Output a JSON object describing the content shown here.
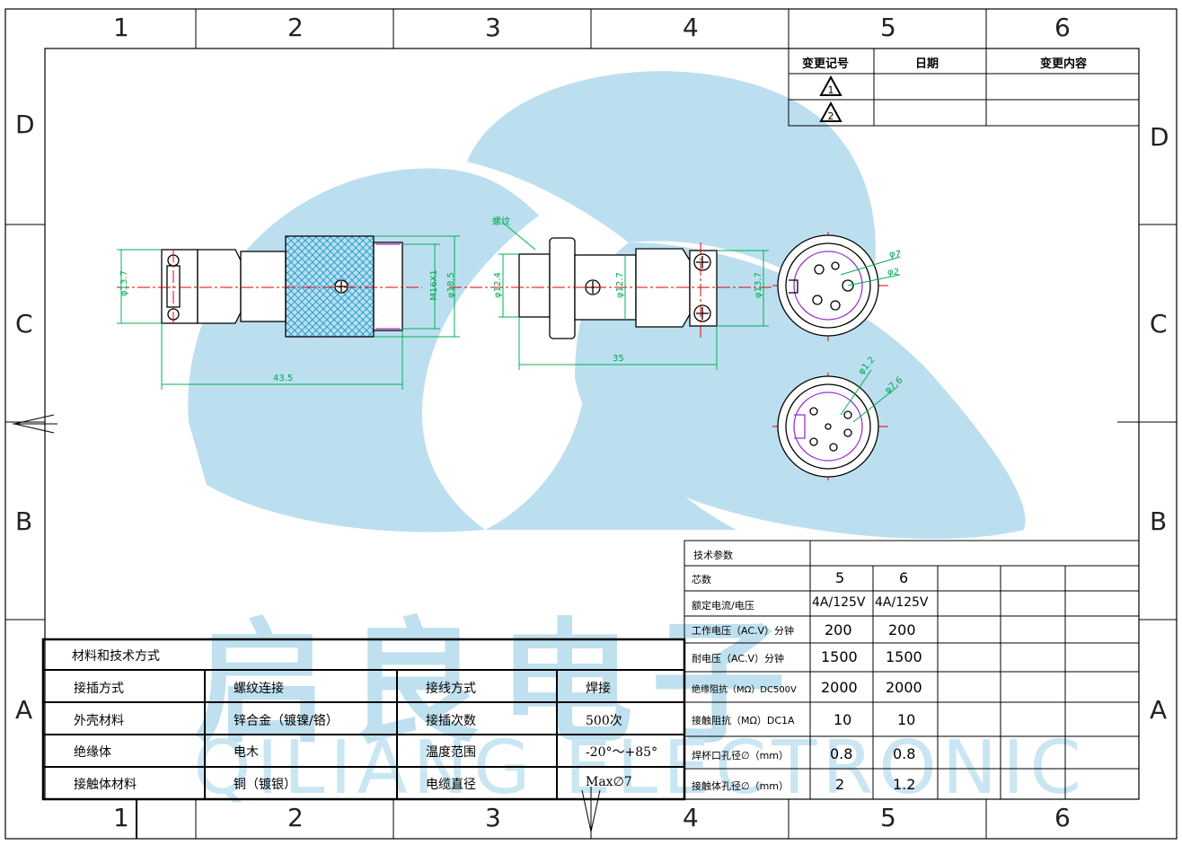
{
  "zones": {
    "columns": [
      "1",
      "2",
      "3",
      "4",
      "5",
      "6"
    ],
    "rows": [
      "D",
      "C",
      "B",
      "A"
    ]
  },
  "watermark": {
    "company_cn": "启良电子",
    "company_en": "QILIANG ELECTRONIC"
  },
  "revision_block": {
    "headers": [
      "变更记号",
      "日期",
      "变更内容"
    ],
    "rows": [
      {
        "mark": "1",
        "date": "",
        "content": ""
      },
      {
        "mark": "2",
        "date": "",
        "content": ""
      }
    ]
  },
  "dimensions": {
    "plug_dia": "φ13.7",
    "thread": "M16X1",
    "nut_dia": "φ18.5",
    "length_plug": "43.5",
    "socket_left_dia": "φ12.4",
    "socket_mid_dia": "φ12.7",
    "socket_right_dia": "φ13.7",
    "length_socket": "35",
    "thread_label": "螺纹",
    "face_outer": "φ7",
    "face_pin": "φ2",
    "face2_pin": "φ1.2",
    "face2_outer": "φ7.6"
  },
  "materials_table": {
    "title": "材料和技术方式",
    "rows": [
      {
        "k1": "接插方式",
        "v1": "螺纹连接",
        "k2": "接线方式",
        "v2": "焊接"
      },
      {
        "k1": "外壳材料",
        "v1": "锌合金（镀镍/铬）",
        "k2": "接插次数",
        "v2": "500次"
      },
      {
        "k1": "绝缘体",
        "v1": "电木",
        "k2": "温度范围",
        "v2": "-20°～+85°"
      },
      {
        "k1": "接触体材料",
        "v1": "铜（镀银）",
        "k2": "电缆直径",
        "v2": "Max∅7"
      }
    ]
  },
  "tech_params": {
    "title": "技术参数",
    "rows": [
      {
        "label": "芯数",
        "a": "5",
        "b": "6"
      },
      {
        "label": "额定电流/电压",
        "a": "4A/125V",
        "b": "4A/125V"
      },
      {
        "label": "工作电压（AC.V）分钟",
        "a": "200",
        "b": "200"
      },
      {
        "label": "耐电压（AC.V）分钟",
        "a": "1500",
        "b": "1500"
      },
      {
        "label": "绝缘阻抗（MΩ）DC500V",
        "a": "2000",
        "b": "2000"
      },
      {
        "label": "接触阻抗（MΩ）DC1A",
        "a": "10",
        "b": "10"
      },
      {
        "label": "焊杯口孔径∅（mm）",
        "a": "0.8",
        "b": "0.8"
      },
      {
        "label": "接触体孔径∅（mm）",
        "a": "2",
        "b": "1.2"
      }
    ]
  },
  "colors": {
    "border": "#000000",
    "dimension": "#00b050",
    "centerline": "#e00000",
    "knurl": "#33a0c8",
    "watermark": "#b7dcee",
    "pin_detail": "#9b30c8"
  }
}
